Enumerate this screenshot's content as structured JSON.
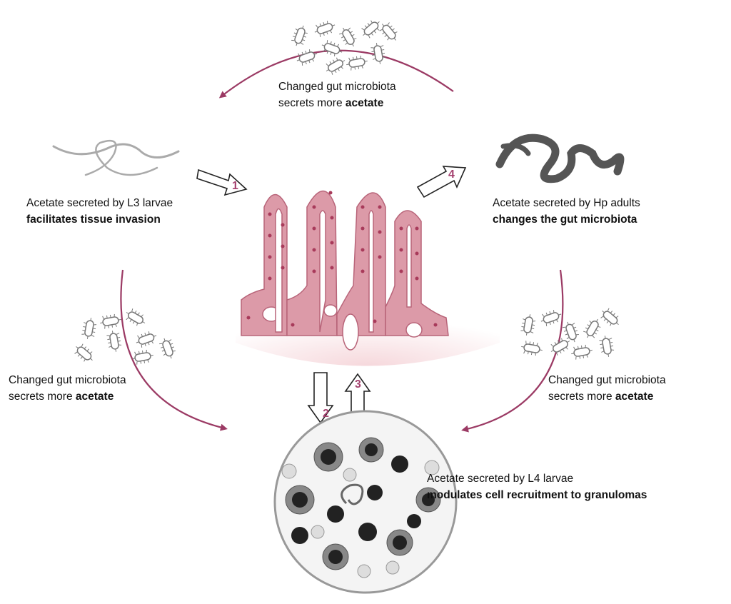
{
  "colors": {
    "cycle_arrow": "#9b3a64",
    "number": "#a5426f",
    "villus_fill": "#dc9aa8",
    "villus_stroke": "#b86479",
    "nucleus": "#a83a5a"
  },
  "steps": [
    {
      "number": "1",
      "line1": "Acetate secreted by L3 larvae",
      "line2": "facilitates tissue invasion"
    },
    {
      "number": "2"
    },
    {
      "number": "3",
      "line1": "Acetate secreted by L4 larvae",
      "line2": "modulates cell recruitment to granulomas"
    },
    {
      "number": "4",
      "line1": "Acetate secreted by Hp adults",
      "line2": "changes the gut microbiota"
    }
  ],
  "microbiota": [
    {
      "line1": "Changed gut microbiota",
      "line2_prefix": "secrets more ",
      "line2_bold": "acetate"
    },
    {
      "line1": "Changed gut microbiota",
      "line2_prefix": "secrets more ",
      "line2_bold": "acetate"
    },
    {
      "line1": "Changed gut microbiota",
      "line2_prefix": "secrets more ",
      "line2_bold": "acetate"
    }
  ],
  "icons": [
    "l3-larvae-image",
    "adult-worm-image",
    "bacteria-cluster",
    "intestinal-villi",
    "granuloma"
  ]
}
